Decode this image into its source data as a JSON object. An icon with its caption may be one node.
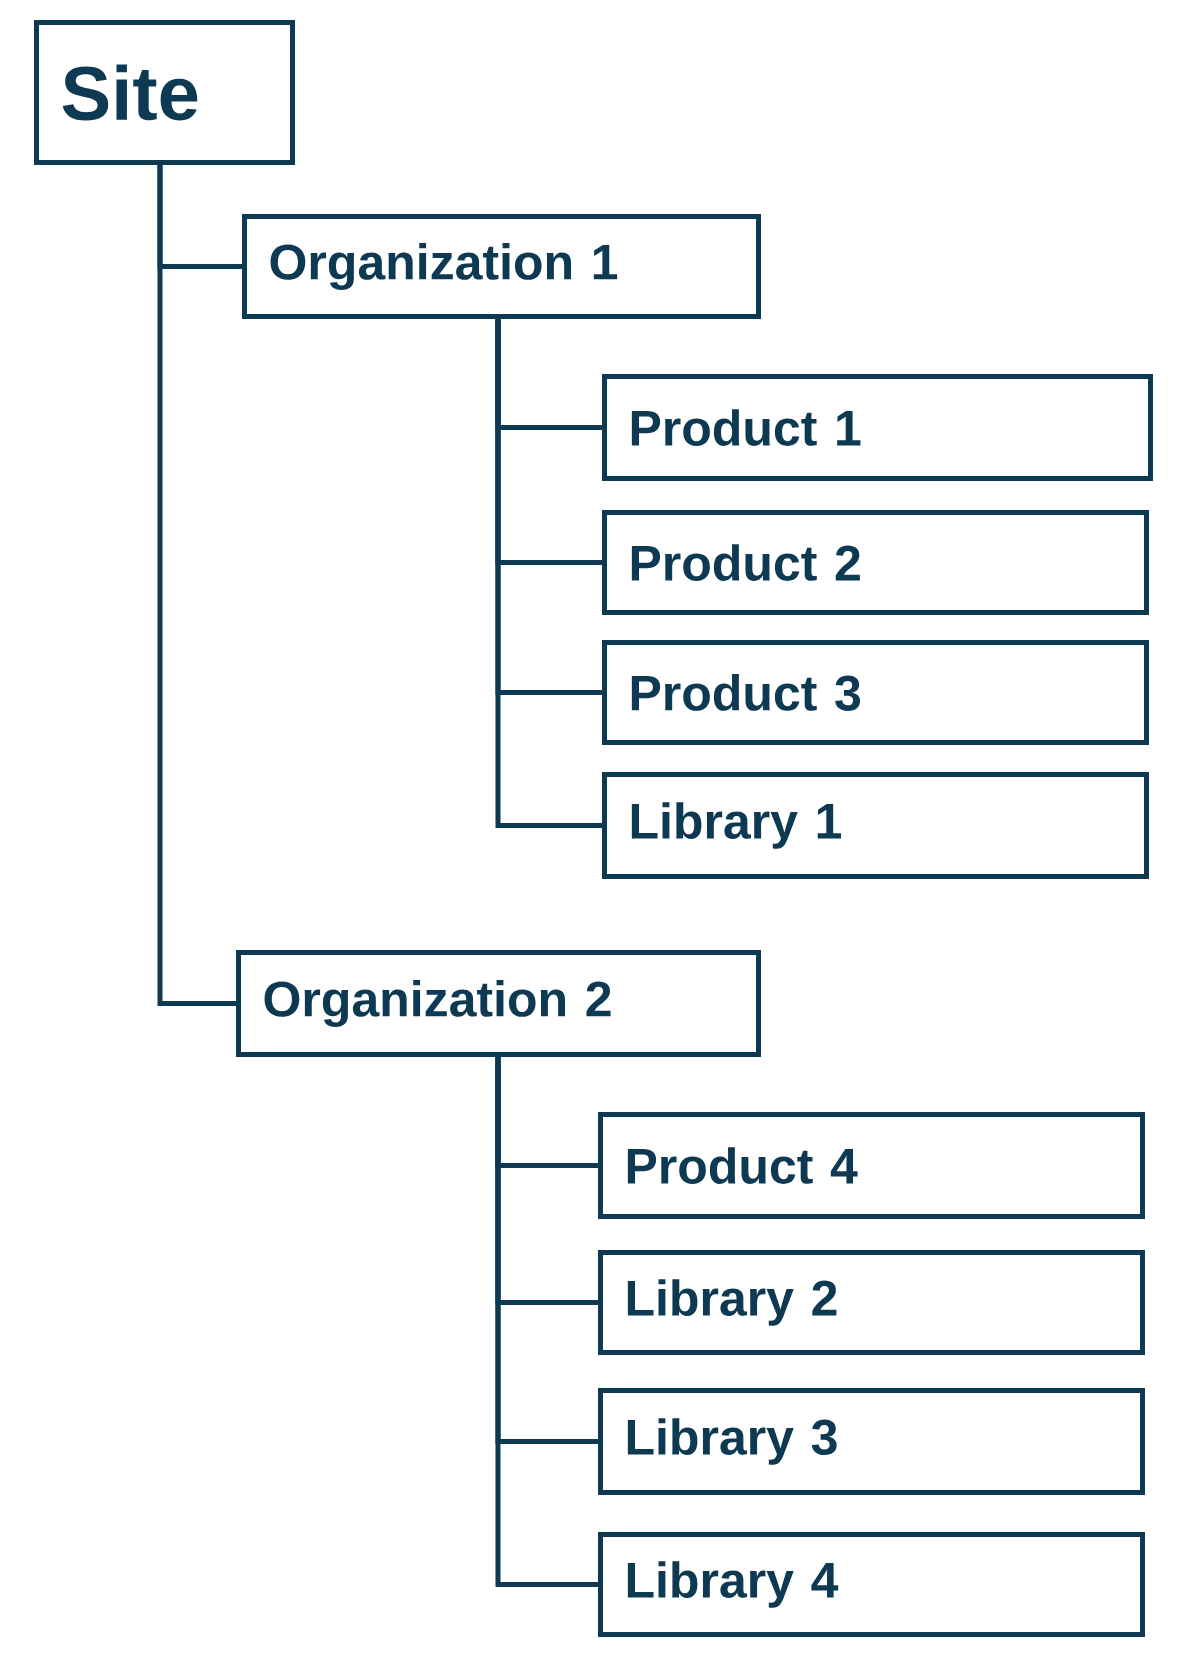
{
  "diagram": {
    "nodes": [
      {
        "text": [
          "Site"
        ]
      },
      {
        "text": [
          "Organization 1"
        ]
      },
      {
        "text": [
          "Product 1"
        ]
      },
      {
        "text": [
          "Product 2"
        ]
      },
      {
        "text": [
          "Product 3"
        ]
      },
      {
        "text": [
          "Library 1"
        ]
      },
      {
        "text": [
          "Organization 2"
        ]
      },
      {
        "text": [
          "Product 4"
        ]
      },
      {
        "text": [
          "Library 2"
        ]
      },
      {
        "text": [
          "Library 3"
        ]
      },
      {
        "text": [
          "Library 4"
        ]
      }
    ],
    "edges": [
      {
        "from": 0,
        "to": 1,
        "arrow": "none"
      },
      {
        "from": 1,
        "to": 2,
        "arrow": "none"
      },
      {
        "from": 1,
        "to": 3,
        "arrow": "none"
      },
      {
        "from": 1,
        "to": 4,
        "arrow": "none"
      },
      {
        "from": 1,
        "to": 5,
        "arrow": "none"
      },
      {
        "from": 0,
        "to": 6,
        "arrow": "none"
      },
      {
        "from": 6,
        "to": 7,
        "arrow": "none"
      },
      {
        "from": 6,
        "to": 8,
        "arrow": "none"
      },
      {
        "from": 6,
        "to": 9,
        "arrow": "none"
      },
      {
        "from": 6,
        "to": 10,
        "arrow": "none"
      }
    ]
  }
}
